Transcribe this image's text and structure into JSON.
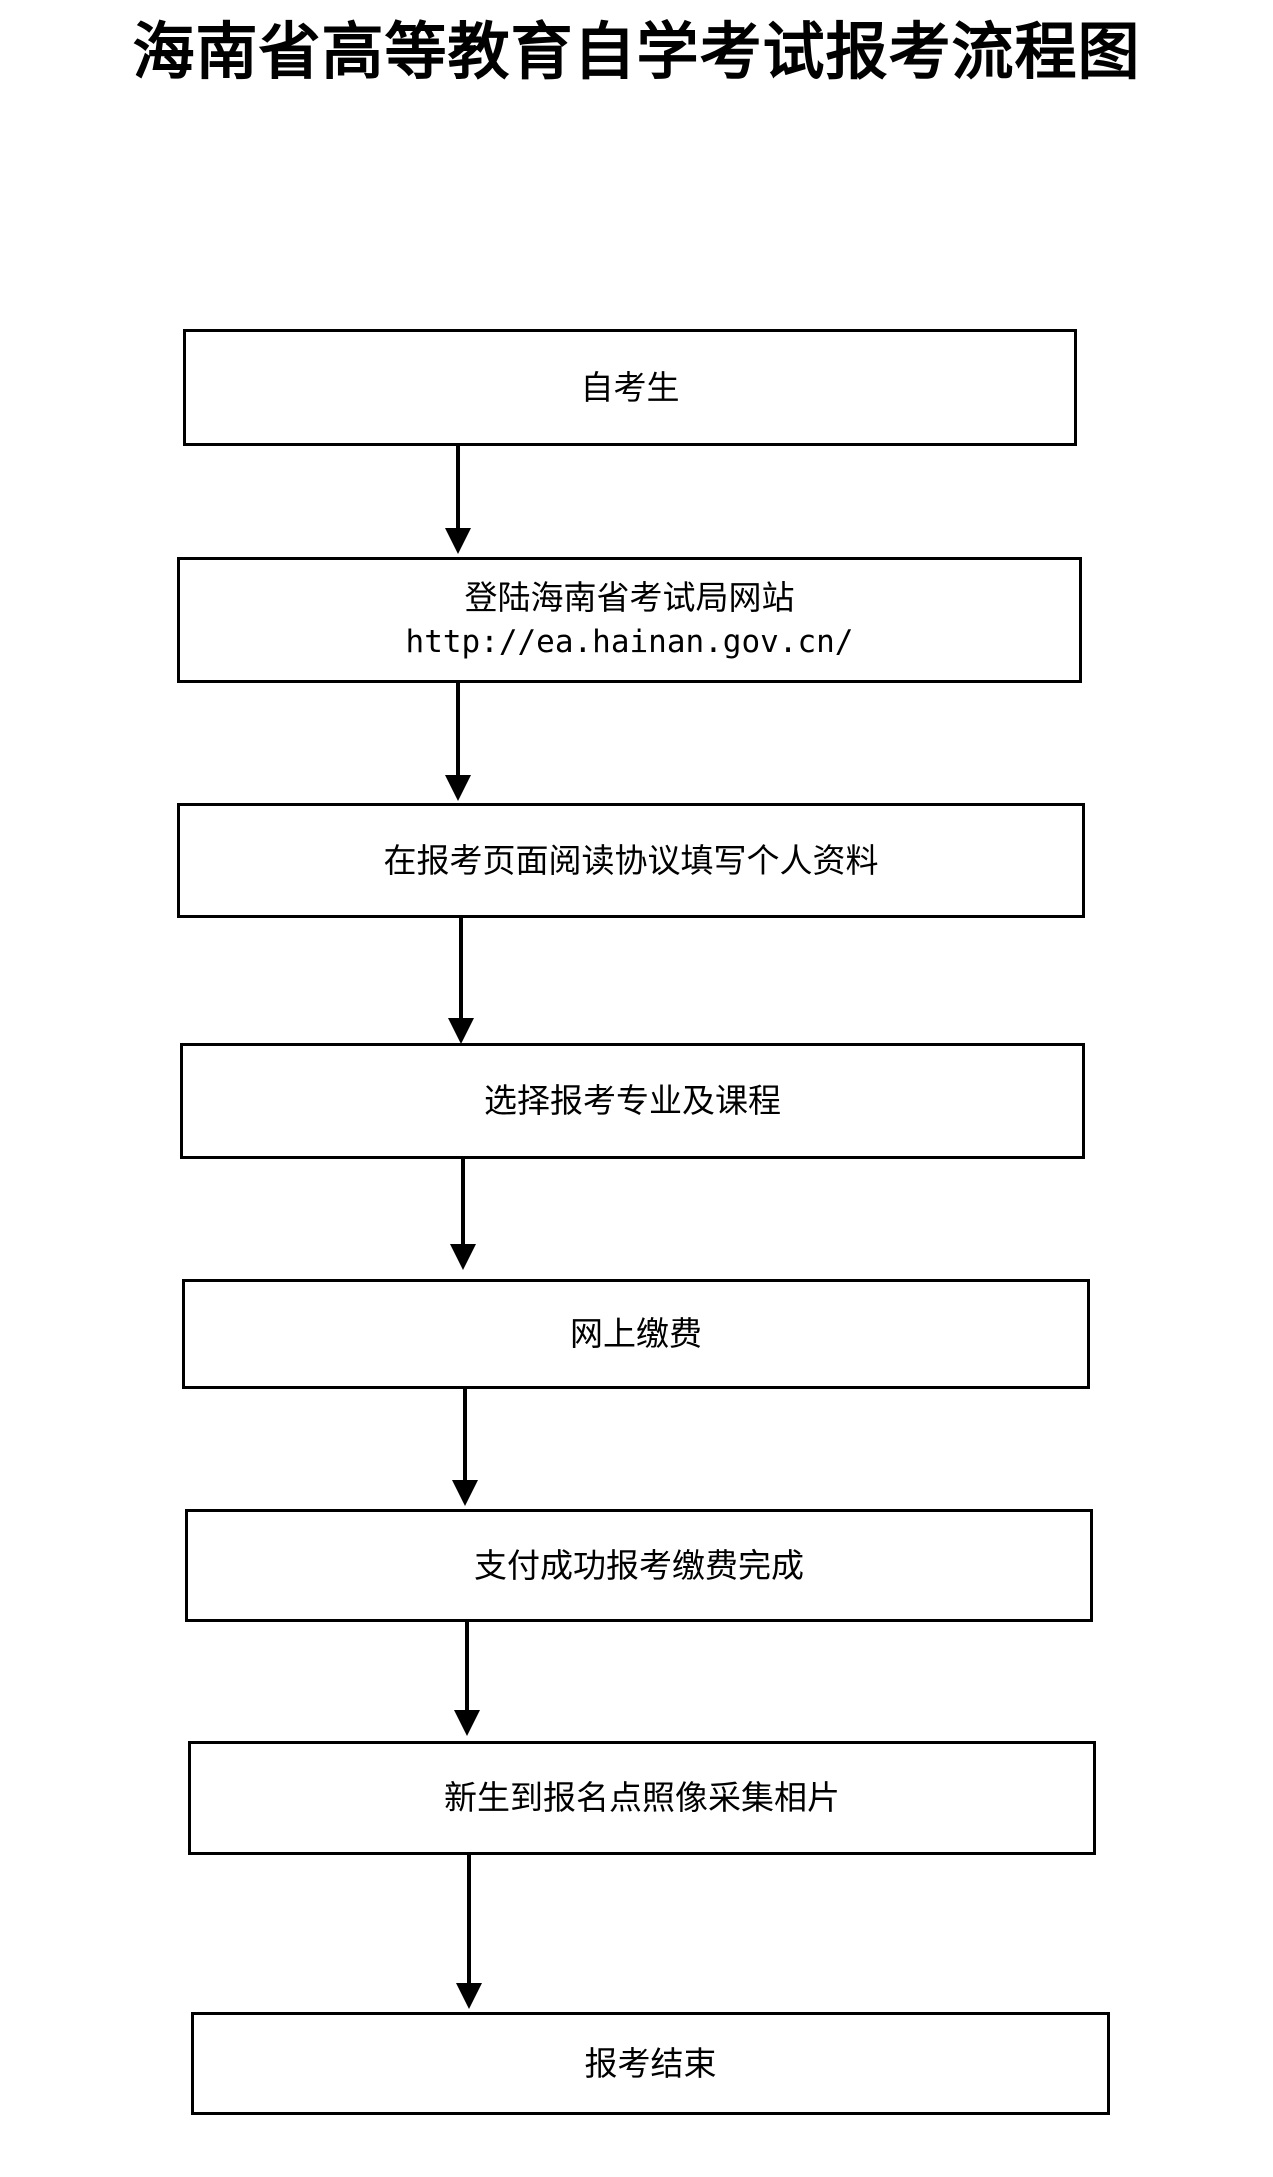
{
  "document": {
    "title": "海南省高等教育自学考试报考流程图",
    "background_color": "#ffffff",
    "ink_color": "#000000"
  },
  "flowchart": {
    "orientation": "top-to-bottom",
    "connector_style": "solid-line-with-filled-arrowhead",
    "nodes": [
      {
        "id": "node-1",
        "shape": "rectangle",
        "lines": [
          "自考生"
        ]
      },
      {
        "id": "node-2",
        "shape": "rectangle",
        "lines": [
          "登陆海南省考试局网站",
          "http://ea.hainan.gov.cn/"
        ]
      },
      {
        "id": "node-3",
        "shape": "rectangle",
        "lines": [
          "在报考页面阅读协议填写个人资料"
        ]
      },
      {
        "id": "node-4",
        "shape": "rectangle",
        "lines": [
          "选择报考专业及课程"
        ]
      },
      {
        "id": "node-5",
        "shape": "rectangle",
        "lines": [
          "网上缴费"
        ]
      },
      {
        "id": "node-6",
        "shape": "rectangle",
        "lines": [
          "支付成功报考缴费完成"
        ]
      },
      {
        "id": "node-7",
        "shape": "rectangle",
        "lines": [
          "新生到报名点照像采集相片"
        ]
      },
      {
        "id": "node-8",
        "shape": "rectangle",
        "lines": [
          "报考结束"
        ]
      }
    ],
    "edges": [
      {
        "id": "edge-1-2",
        "from": "node-1",
        "to": "node-2",
        "label": ""
      },
      {
        "id": "edge-2-3",
        "from": "node-2",
        "to": "node-3",
        "label": ""
      },
      {
        "id": "edge-3-4",
        "from": "node-3",
        "to": "node-4",
        "label": ""
      },
      {
        "id": "edge-4-5",
        "from": "node-4",
        "to": "node-5",
        "label": ""
      },
      {
        "id": "edge-5-6",
        "from": "node-5",
        "to": "node-6",
        "label": ""
      },
      {
        "id": "edge-6-7",
        "from": "node-6",
        "to": "node-7",
        "label": ""
      },
      {
        "id": "edge-7-8",
        "from": "node-7",
        "to": "node-8",
        "label": ""
      }
    ]
  }
}
